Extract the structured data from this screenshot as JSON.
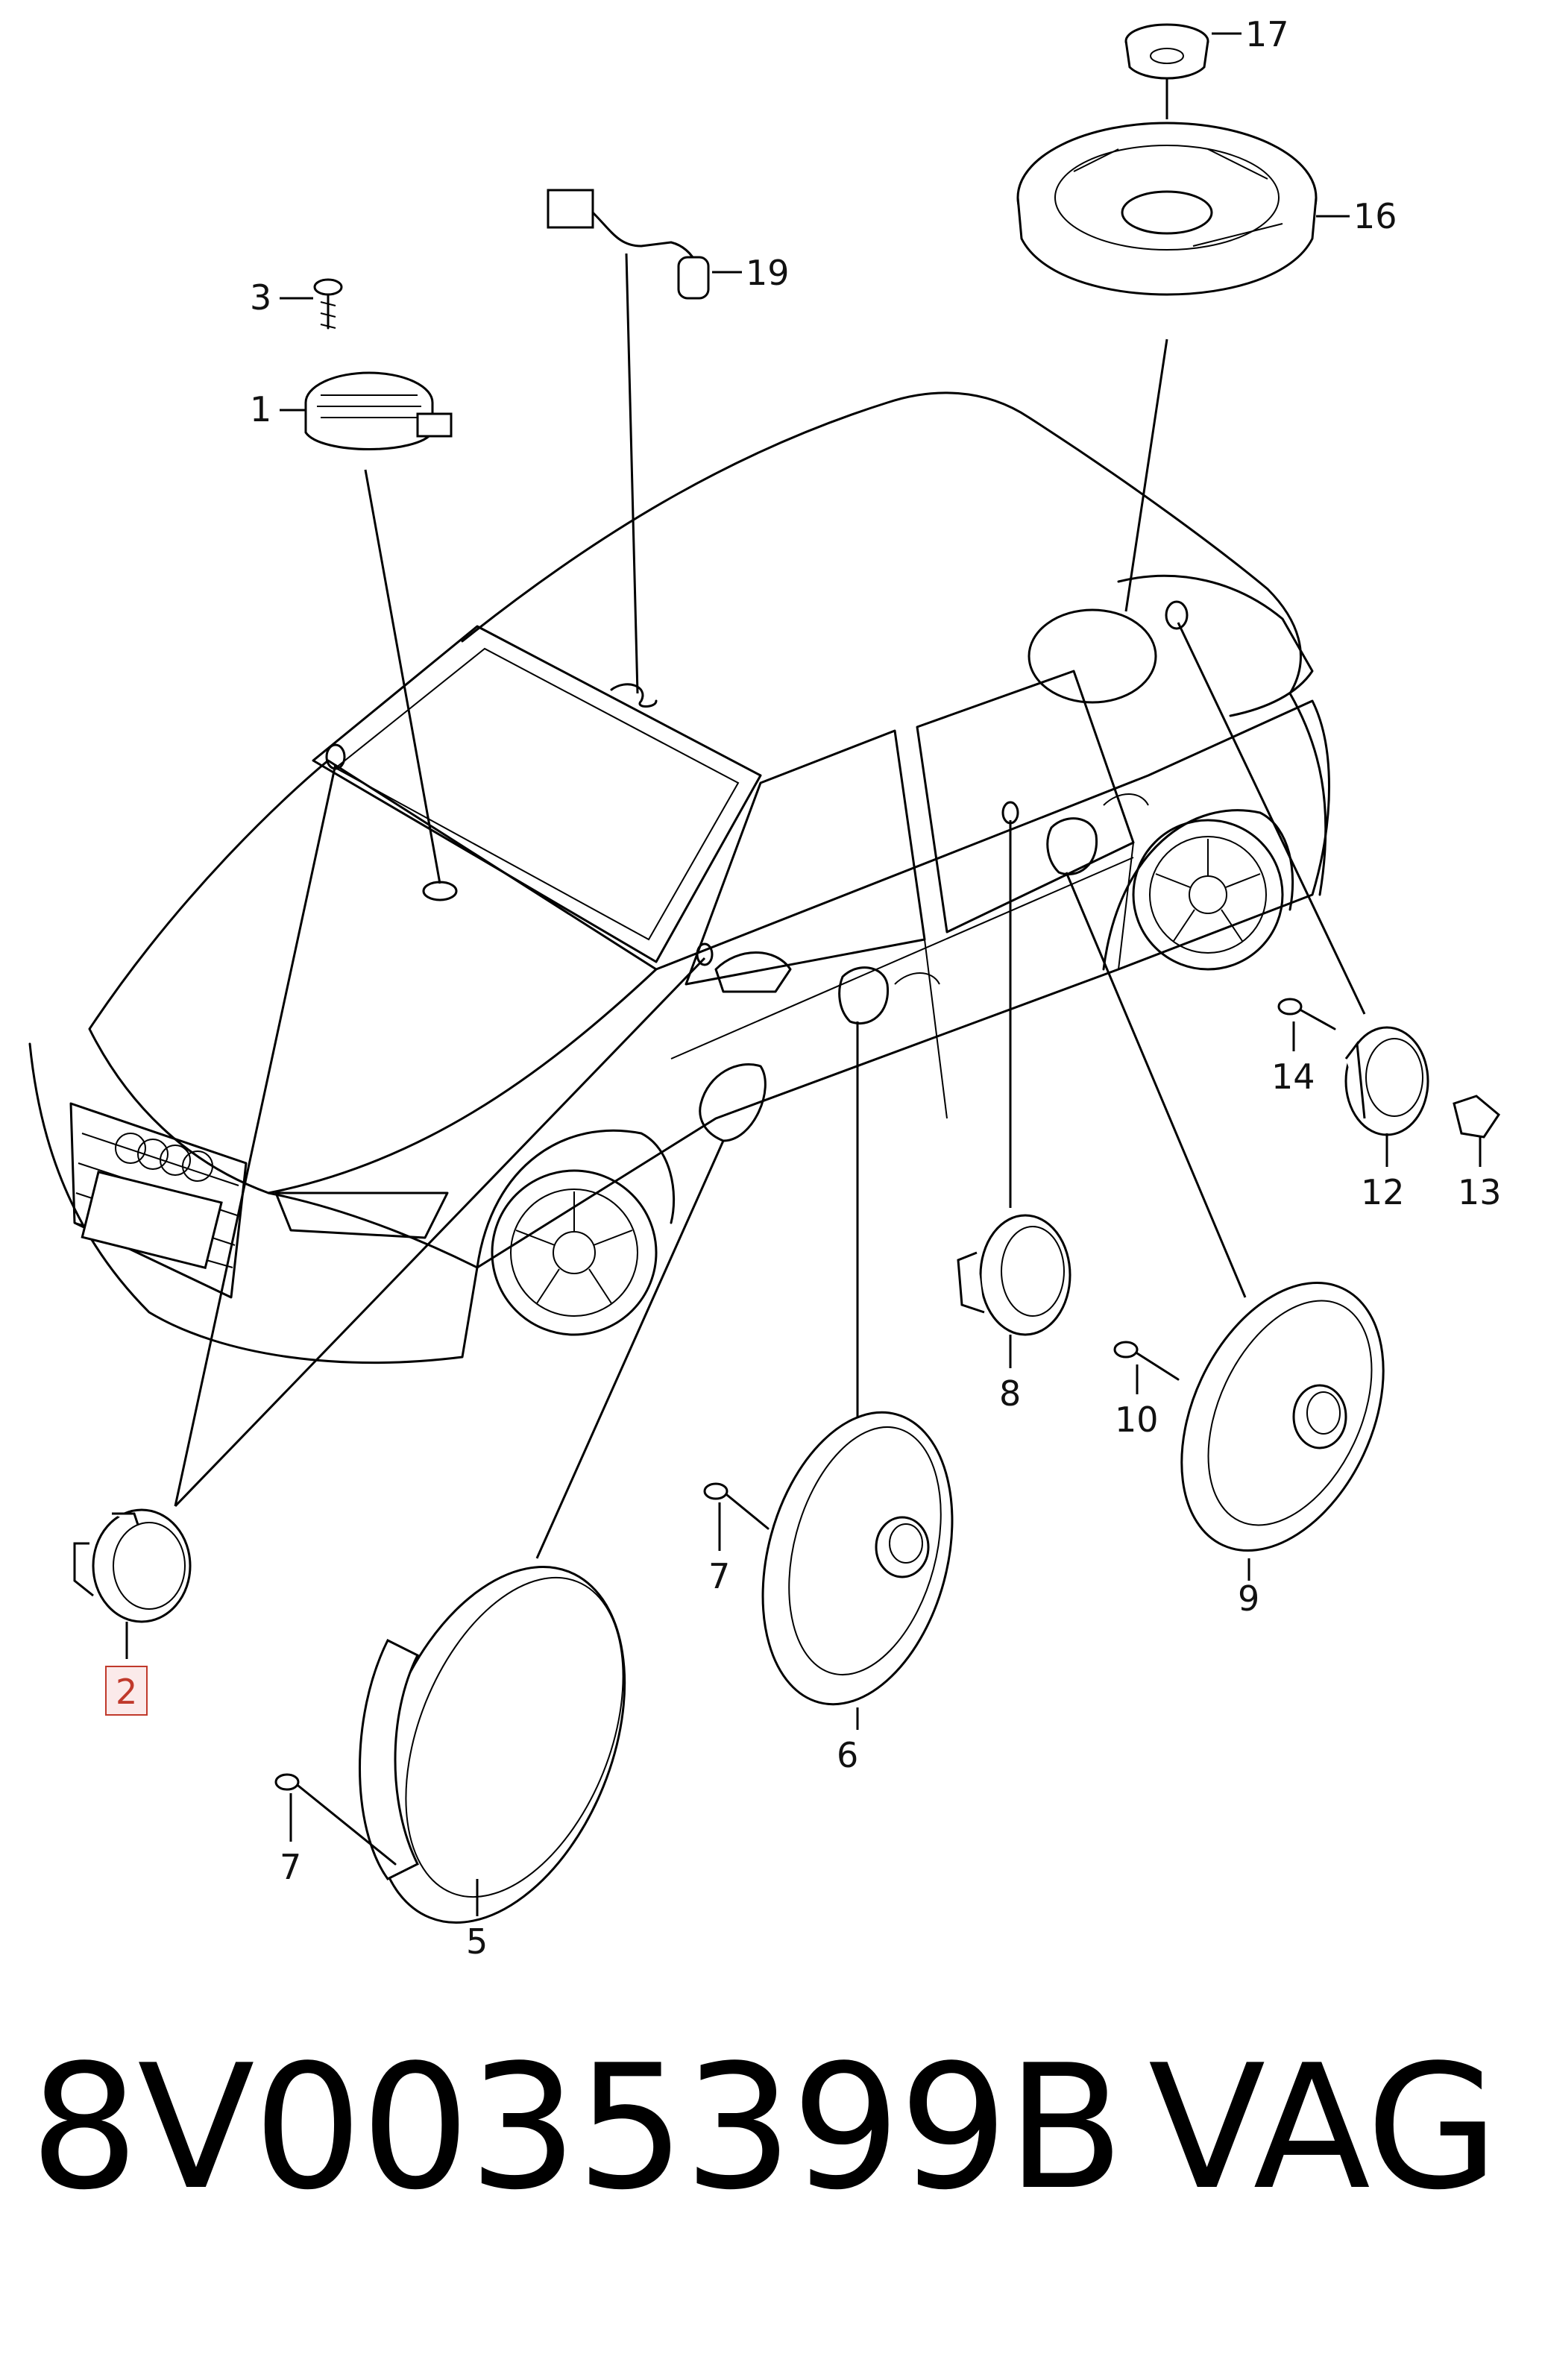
{
  "diagram": {
    "callouts": [
      "1",
      "2",
      "3",
      "5",
      "6",
      "7",
      "7",
      "8",
      "9",
      "10",
      "12",
      "13",
      "14",
      "16",
      "17",
      "19"
    ],
    "highlighted_callout": "2",
    "highlight_color": "#c0392b"
  },
  "footer": {
    "part_number": "8V0035399B",
    "brand": "VAG"
  }
}
